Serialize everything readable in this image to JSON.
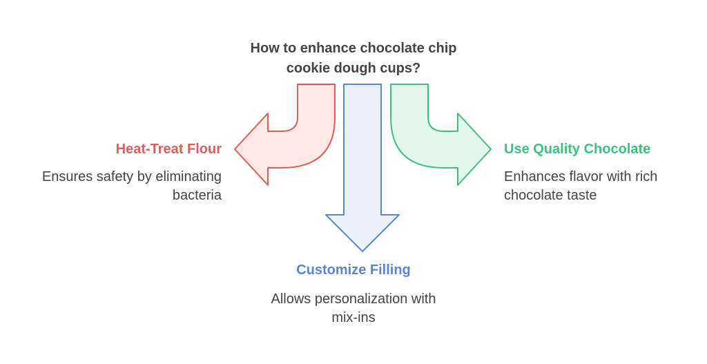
{
  "title": "How to enhance chocolate chip\ncookie dough cups?",
  "branches": {
    "left": {
      "title": "Heat-Treat Flour",
      "description": "Ensures safety by eliminating\nbacteria",
      "color": "#d9605a",
      "fill": "#fde8e6"
    },
    "center": {
      "title": "Customize Filling",
      "description": "Allows personalization with\nmix-ins",
      "color": "#5a86cc",
      "fill": "#eaf1fc"
    },
    "right": {
      "title": "Use Quality Chocolate",
      "description": "Enhances flavor with rich\nchocolate taste",
      "color": "#3fbf80",
      "fill": "#e4f7ec"
    }
  }
}
